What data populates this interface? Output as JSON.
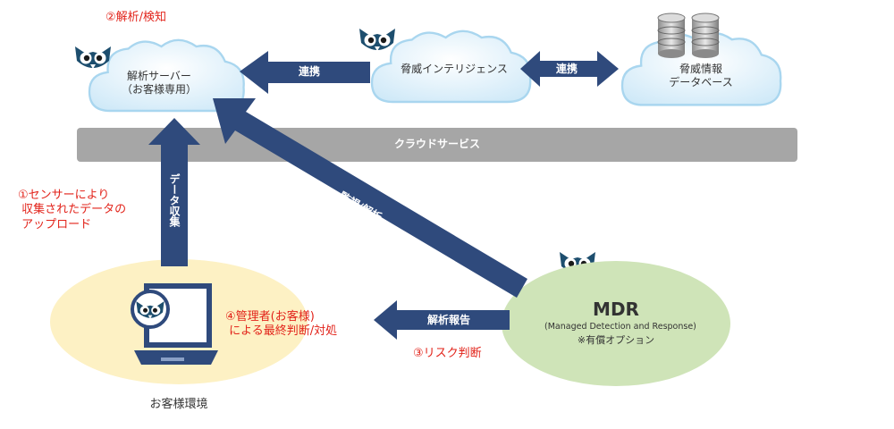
{
  "steps": {
    "step2": "②解析/検知",
    "step1": "①センサーにより\n 収集されたデータの\n アップロード",
    "step4": "④管理者(お客様)\n による最終判断/対処",
    "step3": "③リスク判断"
  },
  "nodes": {
    "analysis_server": "解析サーバー\n（お客様専用）",
    "threat_intel": "脅威インテリジェンス",
    "threat_db": "脅威情報\nデータベース",
    "mdr_title": "MDR",
    "mdr_subtitle": "(Managed Detection and Response)",
    "mdr_note": "※有償オプション",
    "customer_env": "お客様環境"
  },
  "bars": {
    "cloud_service": "クラウドサービス"
  },
  "arrows": {
    "link_left": "連携",
    "link_right": "連携",
    "data_collection": "データ収集",
    "monitoring": "監視/解析",
    "analysis_report": "解析報告"
  },
  "colors": {
    "arrow": "#2f4a7c",
    "cloud_fill": "#dff1fb",
    "cloud_edge": "#a9d6ef",
    "bar": "#a6a6a6",
    "customer_ellipse": "#fdf1c4",
    "mdr_ellipse": "#cfe4b8",
    "red_text": "#e2231a"
  }
}
